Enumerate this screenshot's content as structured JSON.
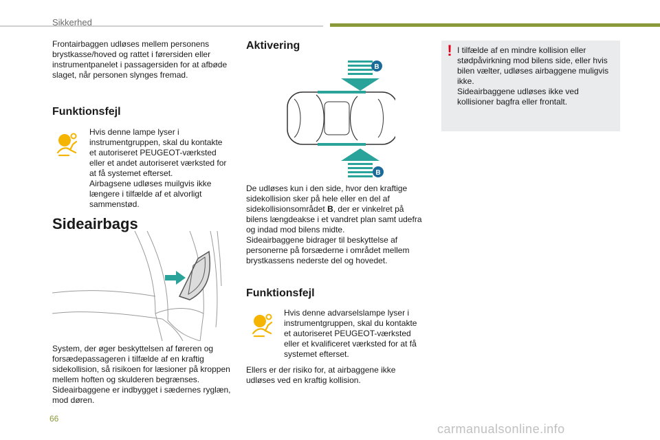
{
  "header": {
    "section": "Sikkerhed"
  },
  "intro": {
    "text": "Frontairbaggen udløses mellem personens brystkasse/hoved og rattet i førersiden eller instrumentpanelet i passagersiden for at afbøde slaget, når personen slynges fremad."
  },
  "left_fault": {
    "title": "Funktionsfejl",
    "text": "Hvis denne lampe lyser i instrumentgruppen, skal du kontakte et autoriseret PEUGEOT-værksted eller et andet autoriseret værksted for at få systemet efterset.\nAirbagsene udløses muilgvis ikke længere i tilfælde af et alvorligt sammenstød.",
    "icon": "airbag-warning-icon",
    "icon_color": "#f5b400"
  },
  "side_airbags": {
    "title": "Sideairbags",
    "illustration": "seat-side-airbag-illustration",
    "arrow_color": "#2aa39a",
    "text": "System, der øger beskyttelsen af føreren og forsædepassageren i tilfælde af en kraftig sidekollision, så risikoen for læsioner på kroppen mellem hoften og skulderen begrænses.\nSideairbaggene er indbygget i sædernes ryglæn, mod døren."
  },
  "activation": {
    "title": "Aktivering",
    "zone_label_top": "B",
    "zone_label_bottom": "B",
    "zone_color": "#2aa39a",
    "label_color": "#1a6a9a",
    "text_part1": "De udløses kun i den side, hvor den kraftige sidekollision sker på hele eller en del af sidekollisionsområdet ",
    "text_bold": "B",
    "text_part2": ", der er vinkelret på bilens længdeakse i et vandret plan samt udefra og indad mod bilens midte.\nSideairbaggene bidrager til beskyttelse af personerne på forsæderne i området mellem brystkassens nederste del og hovedet."
  },
  "right_fault": {
    "title": "Funktionsfejl",
    "text": "Hvis denne advarselslampe lyser i instrumentgruppen, skal du kontakte et autoriseret PEUGEOT-værksted eller et kvalificeret værksted for at få systemet efterset.",
    "icon": "airbag-warning-icon",
    "text2": "Ellers er der risiko for, at airbaggene ikke udløses ved en kraftig kollision."
  },
  "warning": {
    "mark": "!",
    "text": "I tilfælde af en mindre kollision eller stødpåvirkning mod bilens side, eller hvis bilen vælter, udløses airbaggene muligvis ikke.\nSideairbaggene udløses ikke ved kollisioner bagfra eller frontalt."
  },
  "footer": {
    "page_number": "66",
    "watermark": "carmanualsonline.info"
  }
}
